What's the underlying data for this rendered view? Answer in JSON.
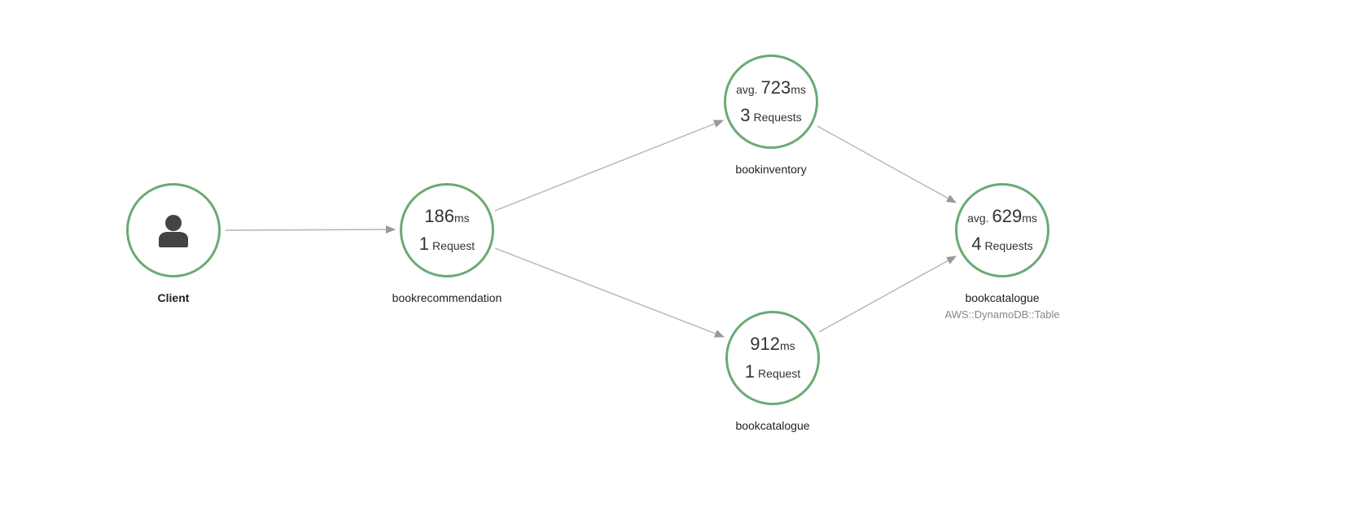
{
  "colors": {
    "node_border": "#6aaa74",
    "edge": "#b5b5b5",
    "arrowhead": "#999999",
    "client_icon": "#444444"
  },
  "nodes": {
    "client": {
      "label": "Client",
      "icon": "user-icon"
    },
    "bookrecommendation": {
      "label": "bookrecommendation",
      "latency_prefix": "",
      "latency_value": "186",
      "latency_unit": "ms",
      "requests_count": "1",
      "requests_label": "Request"
    },
    "bookinventory": {
      "label": "bookinventory",
      "latency_prefix": "avg.",
      "latency_value": "723",
      "latency_unit": "ms",
      "requests_count": "3",
      "requests_label": "Requests"
    },
    "bookcatalogue_service": {
      "label": "bookcatalogue",
      "latency_prefix": "",
      "latency_value": "912",
      "latency_unit": "ms",
      "requests_count": "1",
      "requests_label": "Request"
    },
    "bookcatalogue_table": {
      "label": "bookcatalogue",
      "sublabel": "AWS::DynamoDB::Table",
      "latency_prefix": "avg.",
      "latency_value": "629",
      "latency_unit": "ms",
      "requests_count": "4",
      "requests_label": "Requests"
    }
  },
  "edges": [
    {
      "from": "client",
      "to": "bookrecommendation"
    },
    {
      "from": "bookrecommendation",
      "to": "bookinventory"
    },
    {
      "from": "bookrecommendation",
      "to": "bookcatalogue_service"
    },
    {
      "from": "bookinventory",
      "to": "bookcatalogue_table"
    },
    {
      "from": "bookcatalogue_service",
      "to": "bookcatalogue_table"
    }
  ]
}
